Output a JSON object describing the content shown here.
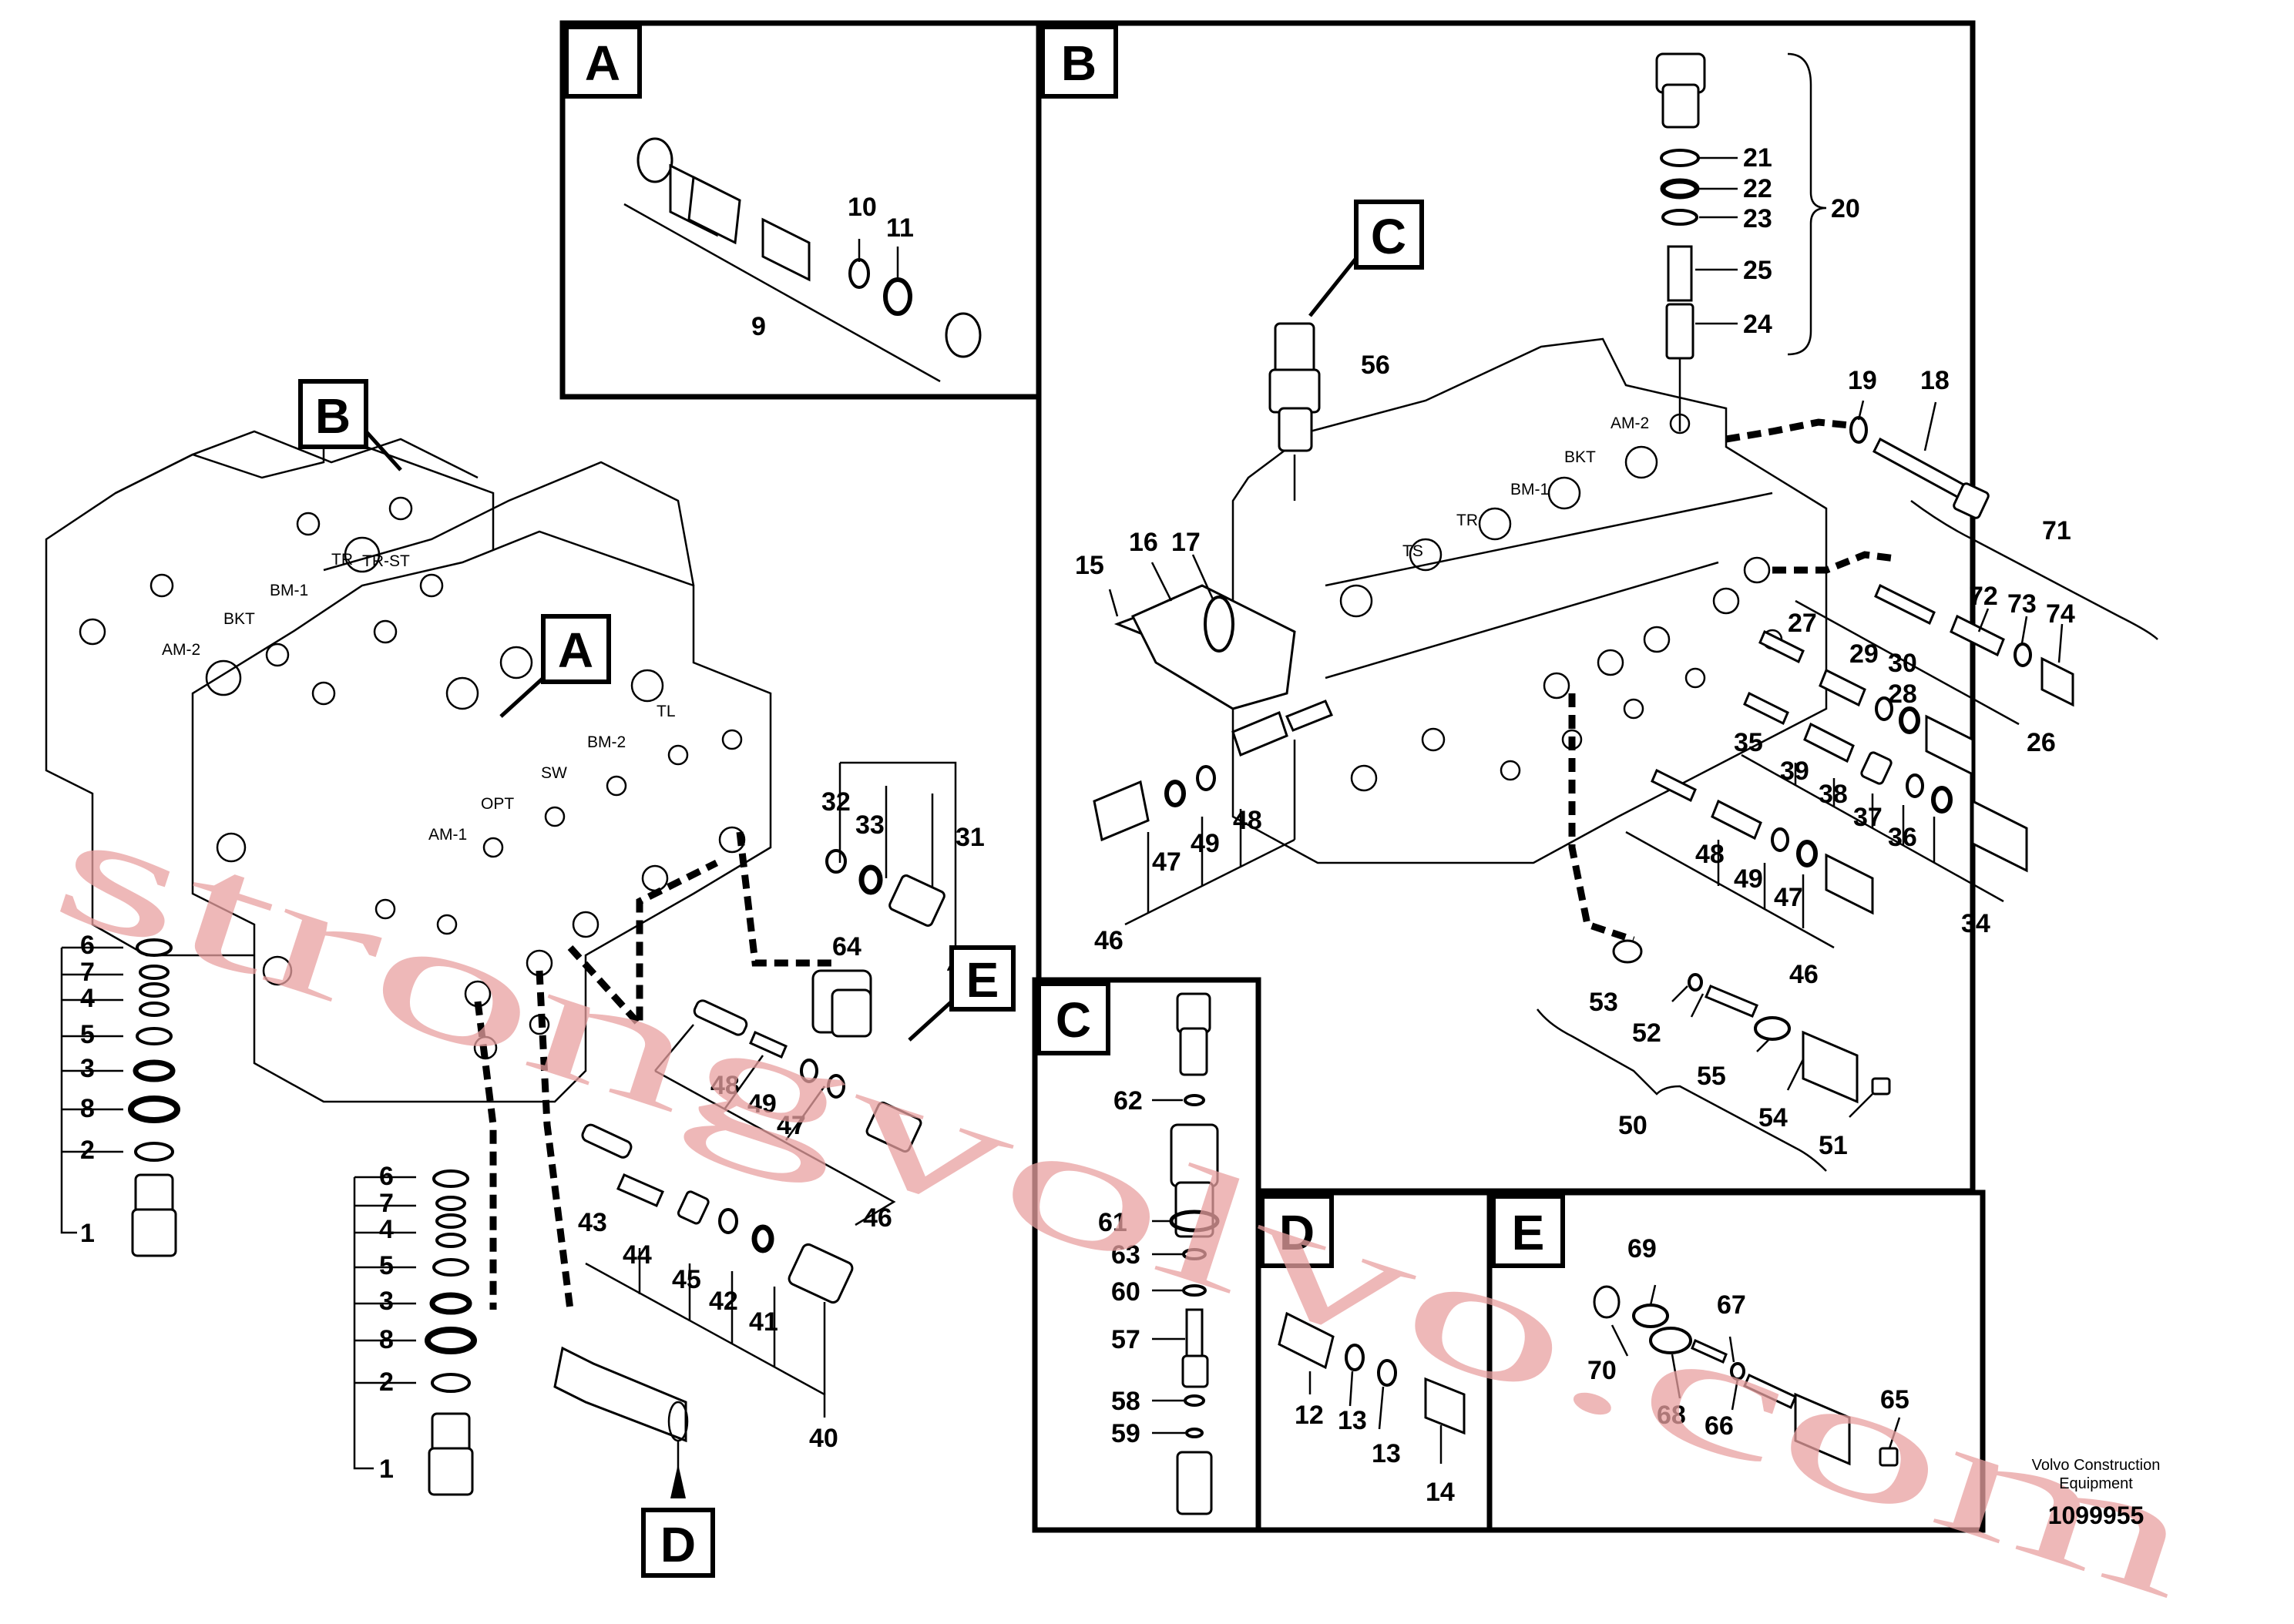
{
  "callouts": {
    "a": "A",
    "b": "B",
    "c": "C",
    "d": "D",
    "e": "E"
  },
  "labels": {
    "tr_st": "TR-ST",
    "tr": "TR",
    "bm1": "BM-1",
    "bkt": "BKT",
    "am2": "AM-2",
    "tl": "TL",
    "bm2": "BM-2",
    "sw": "SW",
    "opt": "OPT",
    "am1": "AM-1",
    "ts": "TS"
  },
  "parts": {
    "p1": "1",
    "p2": "2",
    "p3": "3",
    "p4": "4",
    "p5": "5",
    "p6": "6",
    "p7": "7",
    "p8": "8",
    "p9": "9",
    "p10": "10",
    "p11": "11",
    "p12": "12",
    "p13": "13",
    "p14": "14",
    "p15": "15",
    "p16": "16",
    "p17": "17",
    "p18": "18",
    "p19": "19",
    "p20": "20",
    "p21": "21",
    "p22": "22",
    "p23": "23",
    "p24": "24",
    "p25": "25",
    "p26": "26",
    "p27": "27",
    "p28": "28",
    "p29": "29",
    "p30": "30",
    "p31": "31",
    "p32": "32",
    "p33": "33",
    "p34": "34",
    "p35": "35",
    "p36": "36",
    "p37": "37",
    "p38": "38",
    "p39": "39",
    "p40": "40",
    "p41": "41",
    "p42": "42",
    "p43": "43",
    "p44": "44",
    "p45": "45",
    "p46": "46",
    "p47": "47",
    "p48": "48",
    "p49": "49",
    "p50": "50",
    "p51": "51",
    "p52": "52",
    "p53": "53",
    "p54": "54",
    "p55": "55",
    "p56": "56",
    "p57": "57",
    "p58": "58",
    "p59": "59",
    "p60": "60",
    "p61": "61",
    "p62": "62",
    "p63": "63",
    "p64": "64",
    "p65": "65",
    "p66": "66",
    "p67": "67",
    "p68": "68",
    "p69": "69",
    "p70": "70",
    "p71": "71",
    "p72": "72",
    "p73": "73",
    "p74": "74"
  },
  "watermark": "strongvolvo.com",
  "credit_line1": "Volvo Construction",
  "credit_line2": "Equipment",
  "doc_number": "1099955"
}
